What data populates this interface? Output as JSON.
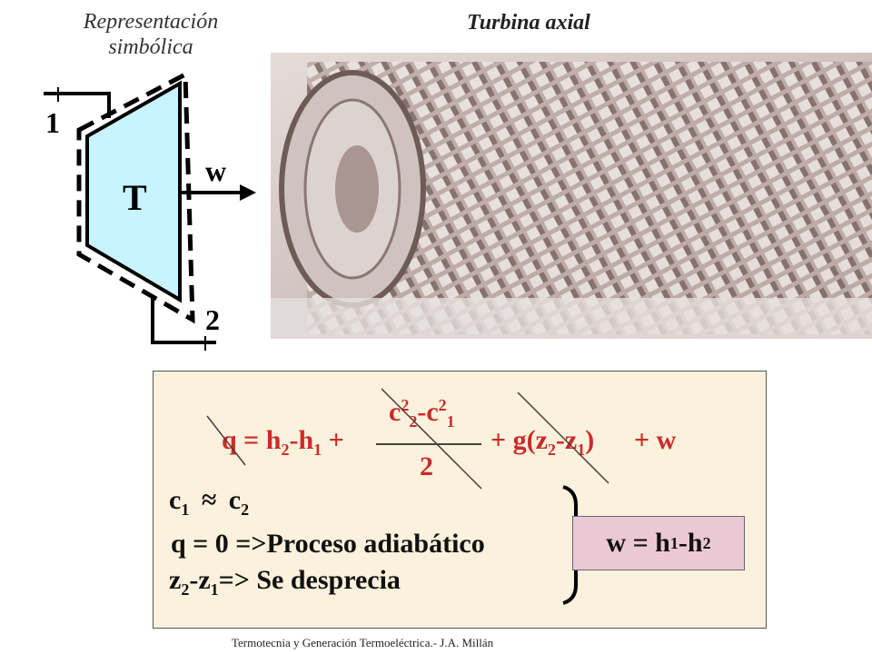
{
  "caption": {
    "line1": "Representación",
    "line2": "simbólica"
  },
  "photo_title": "Turbina axial",
  "diagram": {
    "inlet": "1",
    "outlet": "2",
    "turbine": "T",
    "work": "w"
  },
  "equation": {
    "lhs": "q = h",
    "lhs_sub1": "2",
    "minus_h": "-h",
    "lhs_sub2": "1",
    "plus": " +",
    "num_c1": "c",
    "num_sup1": "2",
    "num_sub1": "2",
    "num_minus": "-c",
    "num_sup2": "2",
    "num_sub2": "1",
    "denominator": "2",
    "gterm": "+ g(z",
    "g_sub1": "2",
    "g_minus": "-z",
    "g_sub2": "1",
    "g_close": ")",
    "work": "+ w"
  },
  "conditions": {
    "c_line": {
      "c1": "c",
      "s1": "1",
      "approx": "≈",
      "c2": "c",
      "s2": "2"
    },
    "q_line": "q = 0 =>Proceso adiabático",
    "z_line": {
      "z": "z",
      "s2": "2",
      "minus": "-z",
      "s1": "1",
      "rest": "=> Se desprecia"
    }
  },
  "result": {
    "w": "w = h",
    "s1": "1",
    "minus": "-h",
    "s2": "2"
  },
  "footer": "Termotecnia y Generación Termoeléctrica.- J.A. Millán"
}
